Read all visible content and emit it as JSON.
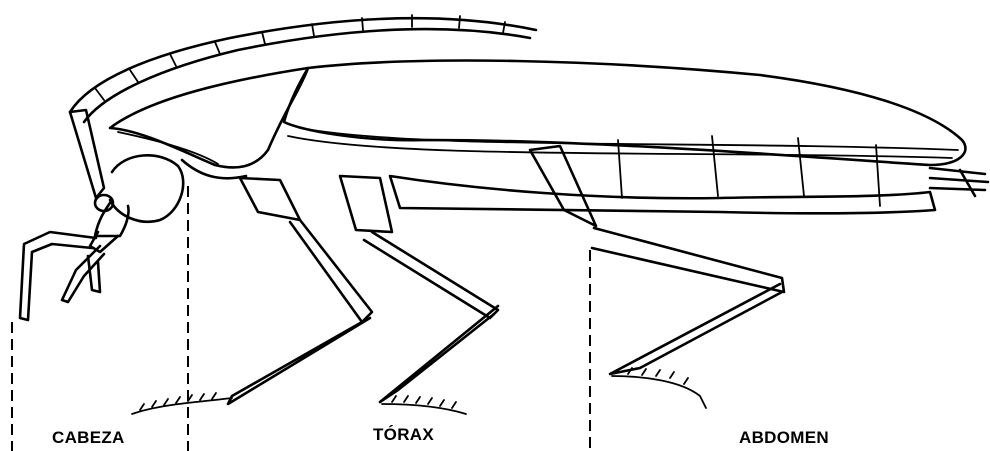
{
  "labels": {
    "head": "CABEZA",
    "thorax": "TÓRAX",
    "abdomen": "ABDOMEN"
  }
}
